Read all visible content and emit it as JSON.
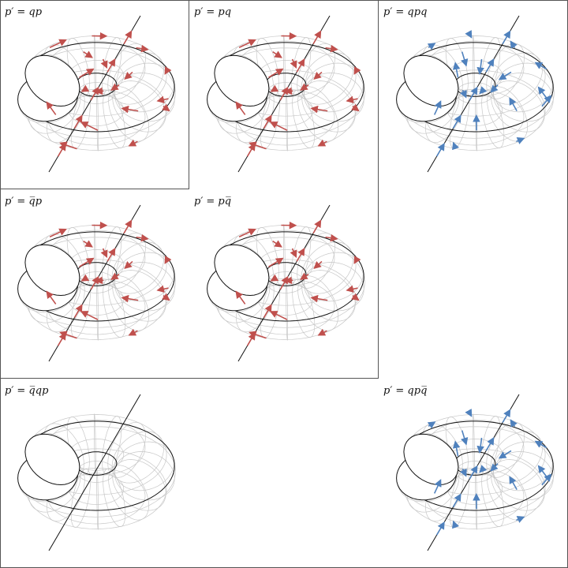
{
  "panels": [
    {
      "id": "qp",
      "label": "p′ = qp",
      "arrows": "red"
    },
    {
      "id": "pq",
      "label": "p′ = pq",
      "arrows": "red"
    },
    {
      "id": "qpq",
      "label": "p′ = qpq",
      "arrows": "blue"
    },
    {
      "id": "qbarp",
      "label": "p′ = q̅p",
      "arrows": "red"
    },
    {
      "id": "pqbar",
      "label": "p′ = pq̅",
      "arrows": "red"
    },
    {
      "id": "qbarqp",
      "label": "p′ = q̅qp",
      "arrows": "none"
    },
    {
      "id": "qpqbar",
      "label": "p′ = qpq̅",
      "arrows": "blue"
    }
  ],
  "colors": {
    "red_arrow": "#c0504d",
    "blue_arrow": "#4f81bd",
    "outline": "#111111",
    "grid": "#c8c8c8",
    "frame": "#555555"
  }
}
